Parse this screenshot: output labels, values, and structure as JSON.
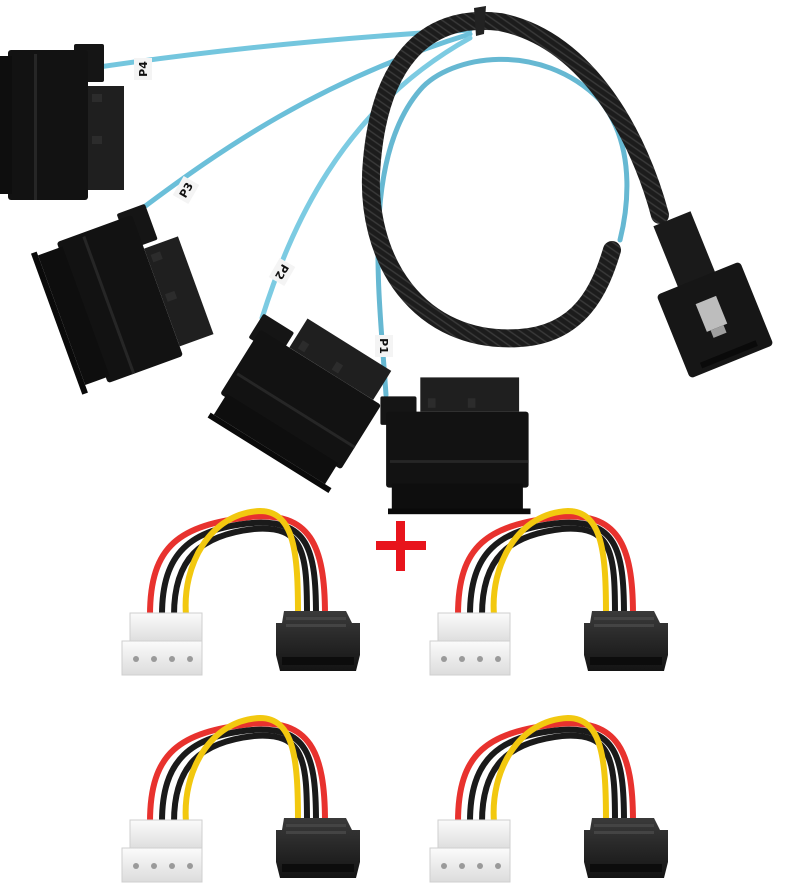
{
  "image": {
    "description": "Product photo: Mini-SAS SFF-8087 to 4x SFF-8482 SAS/SATA breakout cable plus four Molex-to-SATA power adapter cables",
    "background": "#ffffff"
  },
  "breakout_cable": {
    "host_connector": "Mini-SAS SFF-8087",
    "sleeve_color": "#1e1e1e",
    "cable_color": "#74c6de",
    "ports": [
      {
        "label": "P4"
      },
      {
        "label": "P3"
      },
      {
        "label": "P2"
      },
      {
        "label": "P1"
      }
    ]
  },
  "plus_sign": {
    "symbol": "+",
    "color": "#e8141c"
  },
  "power_adapters": {
    "count": 4,
    "left_connector": "Molex 4-pin (white)",
    "right_connector": "SATA 15-pin power (black)",
    "wire_colors": [
      "#e8322e",
      "#1a1a1a",
      "#1a1a1a",
      "#f2c80f"
    ]
  }
}
